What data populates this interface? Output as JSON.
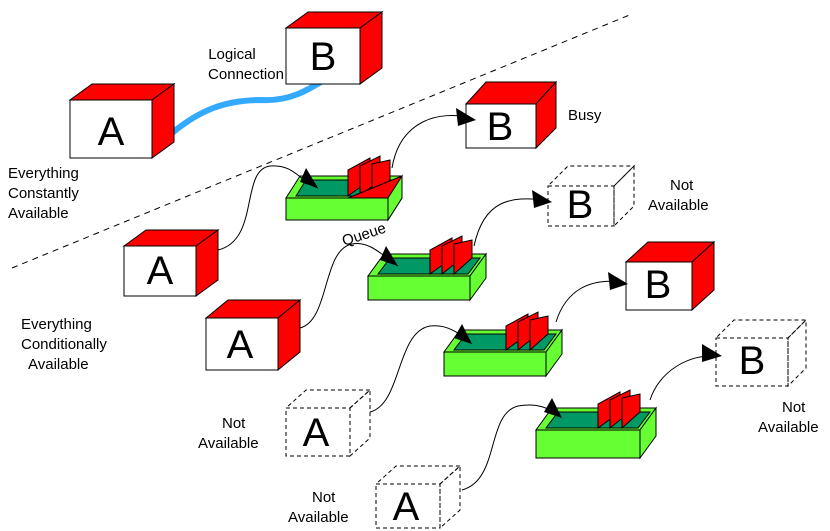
{
  "colors": {
    "box_side": "#ff0000",
    "box_face": "#ffffff",
    "queue_green": "#66ff33",
    "queue_red": "#ff0000",
    "queue_floor": "#009966",
    "link_blue": "#33aaff"
  },
  "top": {
    "label_logical": "Logical",
    "label_connection": "Connection",
    "node_a": "A",
    "node_b": "B",
    "caption_line1": "Everything",
    "caption_line2": "Constantly",
    "caption_line3": "Available"
  },
  "bottom": {
    "caption_line1": "Everything",
    "caption_line2": "Conditionally",
    "caption_line3": "Available"
  },
  "scenarios": [
    {
      "node_a": "A",
      "node_b": "B",
      "b_status": "Busy",
      "queue_label": "Queue"
    },
    {
      "node_a": "A",
      "node_b": "B",
      "b_status_line1": "Not",
      "b_status_line2": "Available"
    },
    {
      "node_a": "A",
      "node_b": "B",
      "a_status_line1": "Not",
      "a_status_line2": "Available"
    },
    {
      "node_a": "A",
      "node_b": "B",
      "a_status_line1": "Not",
      "a_status_line2": "Available",
      "b_status_line1": "Not",
      "b_status_line2": "Available"
    }
  ]
}
